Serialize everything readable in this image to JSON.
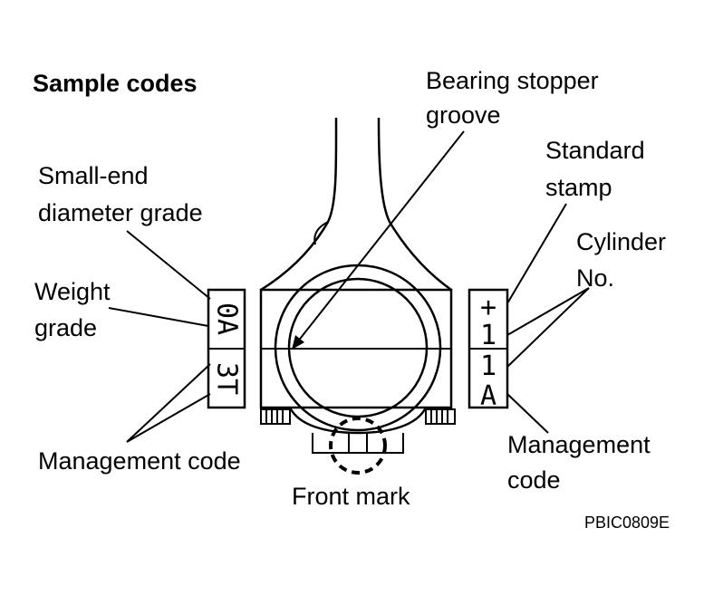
{
  "title": "Sample codes",
  "labels": {
    "bearing_stopper_groove": [
      "Bearing stopper",
      "groove"
    ],
    "standard_stamp": [
      "Standard",
      "stamp"
    ],
    "small_end_diameter_grade": [
      "Small-end",
      "diameter grade"
    ],
    "cylinder_no": [
      "Cylinder",
      "No."
    ],
    "weight_grade": [
      "Weight",
      "grade"
    ],
    "management_code_left": "Management code",
    "management_code_right": [
      "Management",
      "code"
    ],
    "front_mark": "Front mark"
  },
  "stamp_codes": {
    "left_top": "0A",
    "left_bottom": "3T",
    "right_top": "1",
    "right_bottom": "1A",
    "standard_stamp_symbol": "+"
  },
  "figure_id": "PBIC0809E"
}
